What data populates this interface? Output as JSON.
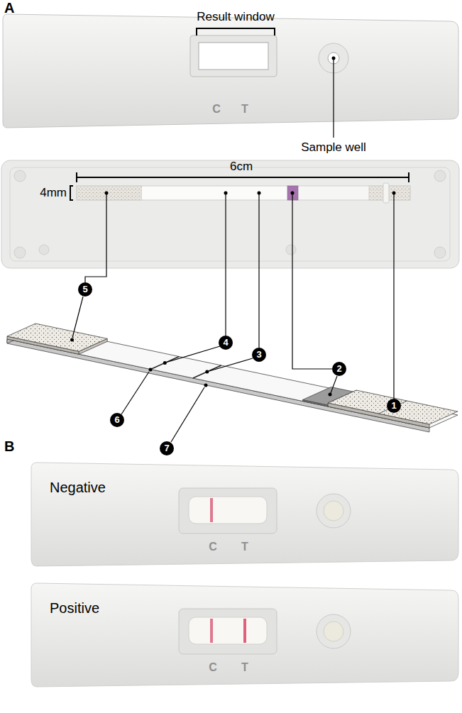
{
  "diagram": {
    "labels": [
      "A",
      "Result window",
      "C",
      "T",
      "Sample well",
      "6cm",
      "4mm",
      "5",
      "4",
      "3",
      "2",
      "1",
      "6",
      "7",
      "B",
      "Negative",
      "C",
      "T",
      "Positive",
      "C",
      "T"
    ]
  }
}
